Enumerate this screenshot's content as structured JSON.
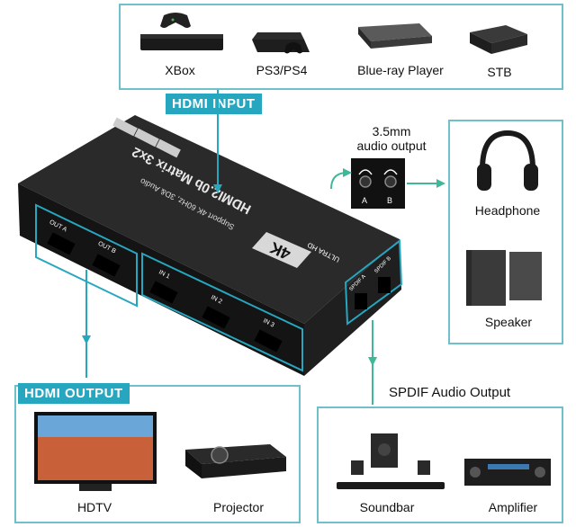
{
  "input_devices": [
    {
      "name": "XBox",
      "icon": "xbox-console-icon"
    },
    {
      "name": "PS3/PS4",
      "icon": "playstation-console-icon"
    },
    {
      "name": "Blue-ray Player",
      "icon": "bluray-player-icon"
    },
    {
      "name": "STB",
      "icon": "set-top-box-icon"
    }
  ],
  "hdmi_input_tag": "HDMI INPUT",
  "hdmi_output_tag": "HDMI OUTPUT",
  "audio_output": {
    "title_line1": "3.5mm",
    "title_line2": "audio output",
    "jack_a": "A",
    "jack_b": "B"
  },
  "audio_devices": [
    {
      "name": "Headphone",
      "icon": "headphone-icon"
    },
    {
      "name": "Speaker",
      "icon": "speaker-icon"
    }
  ],
  "spdif_title": "SPDIF Audio Output",
  "spdif_devices": [
    {
      "name": "Soundbar",
      "icon": "soundbar-icon"
    },
    {
      "name": "Amplifier",
      "icon": "amplifier-icon"
    }
  ],
  "output_devices": [
    {
      "name": "HDTV",
      "icon": "hdtv-icon"
    },
    {
      "name": "Projector",
      "icon": "projector-icon"
    }
  ],
  "device": {
    "brand_text": "4K",
    "model_line1": "HDMI2.0b Matrix 3x2",
    "model_line2": "Support 4K 60Hz, 3D& Audio",
    "ultra_hd": "ULTRA HD",
    "ports_out": [
      "OUT A",
      "OUT B"
    ],
    "ports_in": [
      "IN 1",
      "IN 2",
      "IN 3"
    ],
    "ports_spdif": [
      "SPDIF A",
      "SPDIF B"
    ]
  },
  "colors": {
    "accent": "#27a6bf",
    "panel_border": "#6fc0c9",
    "arrow": "#3fb89a",
    "device_body": "#1b1b1b"
  }
}
